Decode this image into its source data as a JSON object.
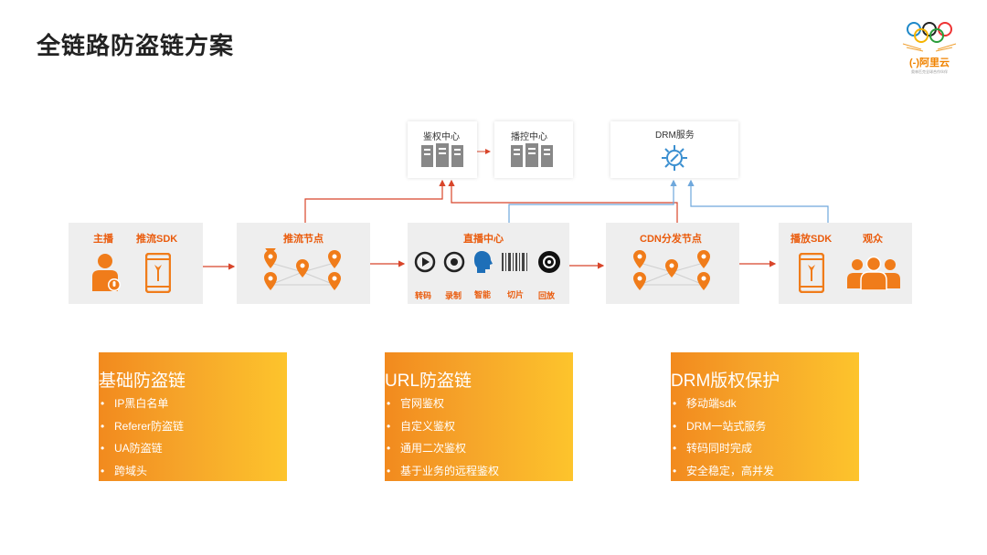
{
  "title": "全链路防盗链方案",
  "logo": {
    "brand": "阿里云",
    "tagline": "奥林匹克全球合作伙伴"
  },
  "colors": {
    "accent": "#ea5b0c",
    "arrow": "#d8452a",
    "blue_line": "#6fa8dc",
    "card_start": "#f28a1e",
    "card_end": "#fdc42c"
  },
  "diagram": {
    "auth_center": "鉴权中心",
    "control_center": "播控中心",
    "drm_service": "DRM服务",
    "anchor": "主播",
    "push_sdk": "推流SDK",
    "push_node": "推流节点",
    "live_center": "直播中心",
    "cdn_node": "CDN分发节点",
    "play_sdk": "播放SDK",
    "audience": "观众",
    "live_funcs": [
      "转码",
      "录制",
      "智能",
      "切片",
      "回放"
    ]
  },
  "cards": [
    {
      "title": "基础防盗链",
      "items": [
        "IP黑白名单",
        "Referer防盗链",
        "UA防盗链",
        "跨域头"
      ]
    },
    {
      "title": "URL防盗链",
      "items": [
        "官网鉴权",
        "自定义鉴权",
        "通用二次鉴权",
        "基于业务的远程鉴权"
      ]
    },
    {
      "title": "DRM版权保护",
      "items": [
        "移动端sdk",
        "DRM一站式服务",
        "转码同时完成",
        "安全稳定，高并发"
      ]
    }
  ]
}
